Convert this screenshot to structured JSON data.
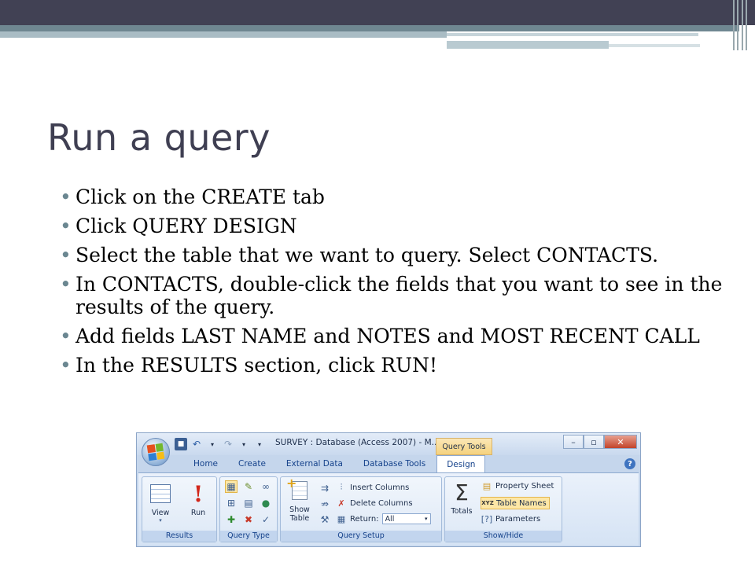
{
  "slide": {
    "title": "Run a query",
    "bullets": [
      "Click on the CREATE tab",
      "Click QUERY DESIGN",
      "Select the table that we want to query.  Select CONTACTS.",
      "In CONTACTS, double-click the fields that you want to see in the results of the query.",
      "Add fields LAST NAME and NOTES and MOST RECENT CALL",
      "In the RESULTS section, click RUN!"
    ]
  },
  "ribbon": {
    "doc_title": "SURVEY : Database (Access 2007) - M..",
    "context_tab": "Query Tools",
    "tabs": [
      "Home",
      "Create",
      "External Data",
      "Database Tools",
      "Design"
    ],
    "active_tab": "Design",
    "groups": {
      "results": {
        "label": "Results",
        "view_label": "View",
        "run_label": "Run"
      },
      "query_type": {
        "label": "Query Type"
      },
      "query_setup": {
        "label": "Query Setup",
        "show_table_label": "Show Table",
        "insert_columns": "Insert Columns",
        "delete_columns": "Delete Columns",
        "return_label": "Return:",
        "return_value": "All"
      },
      "show_hide": {
        "label": "Show/Hide",
        "totals_label": "Totals",
        "property_sheet": "Property Sheet",
        "table_names": "Table Names",
        "parameters": "Parameters"
      }
    },
    "icons": {
      "office": "office-logo-icon",
      "save": "save-icon",
      "undo": "undo-icon",
      "redo": "redo-icon",
      "help": "help-icon"
    },
    "colors": {
      "ribbon_bg": "#c5d6ec",
      "run_red": "#d2261a",
      "highlight": "#fde7a6"
    }
  }
}
